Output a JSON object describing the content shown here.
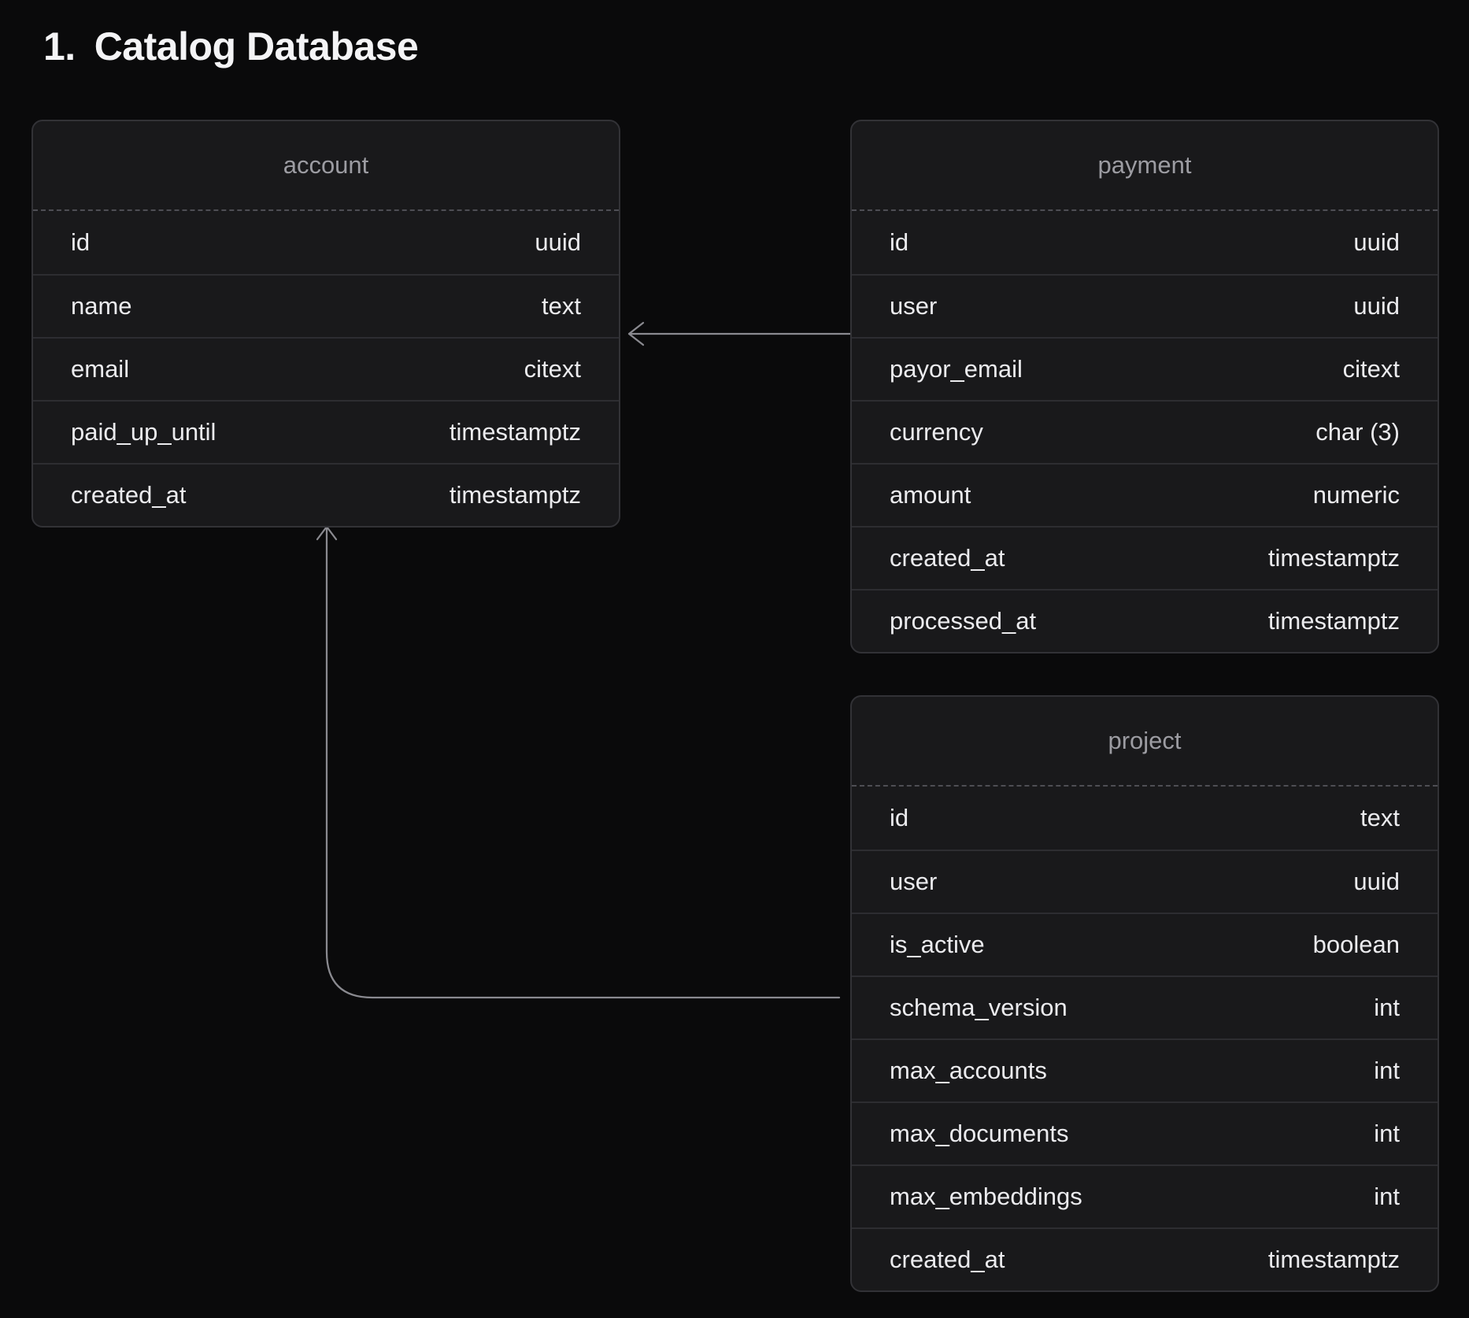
{
  "page": {
    "title_number": "1.",
    "title": "Catalog Database"
  },
  "colors": {
    "background": "#0a0a0b",
    "table_background": "#19191b",
    "table_border": "#323236",
    "row_divider": "#2d2d31",
    "header_divider_dashed": "#4e4e54",
    "table_header_text": "#9c9ca2",
    "cell_text": "#ebebee",
    "title_text": "#f4f4f6",
    "connector": "#8a8a90"
  },
  "tables": [
    {
      "name": "account",
      "columns": [
        {
          "name": "id",
          "type": "uuid"
        },
        {
          "name": "name",
          "type": "text"
        },
        {
          "name": "email",
          "type": "citext"
        },
        {
          "name": "paid_up_until",
          "type": "timestamptz"
        },
        {
          "name": "created_at",
          "type": "timestamptz"
        }
      ]
    },
    {
      "name": "payment",
      "columns": [
        {
          "name": "id",
          "type": "uuid"
        },
        {
          "name": "user",
          "type": "uuid"
        },
        {
          "name": "payor_email",
          "type": "citext"
        },
        {
          "name": "currency",
          "type": "char (3)"
        },
        {
          "name": "amount",
          "type": "numeric"
        },
        {
          "name": "created_at",
          "type": "timestamptz"
        },
        {
          "name": "processed_at",
          "type": "timestamptz"
        }
      ]
    },
    {
      "name": "project",
      "columns": [
        {
          "name": "id",
          "type": "text"
        },
        {
          "name": "user",
          "type": "uuid"
        },
        {
          "name": "is_active",
          "type": "boolean"
        },
        {
          "name": "schema_version",
          "type": "int"
        },
        {
          "name": "max_accounts",
          "type": "int"
        },
        {
          "name": "max_documents",
          "type": "int"
        },
        {
          "name": "max_embeddings",
          "type": "int"
        },
        {
          "name": "created_at",
          "type": "timestamptz"
        }
      ]
    }
  ],
  "relations": [
    {
      "from": "payment",
      "to": "account",
      "description": "payment references account"
    },
    {
      "from": "project",
      "to": "account",
      "description": "project references account"
    }
  ]
}
